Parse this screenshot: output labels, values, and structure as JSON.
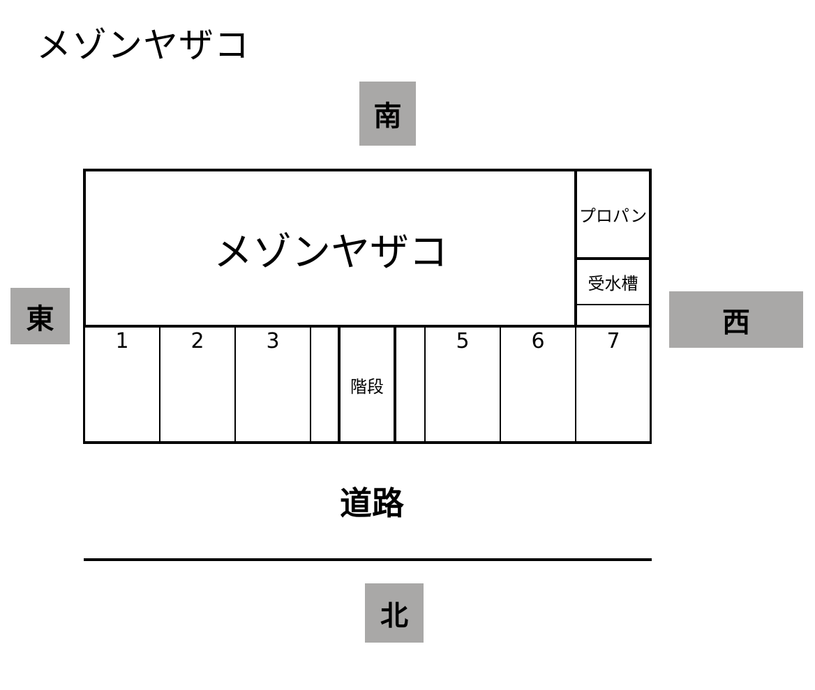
{
  "title": "メゾンヤザコ",
  "directions": {
    "south": "南",
    "east": "東",
    "west": "西",
    "north": "北"
  },
  "building": {
    "name": "メゾンヤザコ",
    "annex": {
      "propane": "プロパン",
      "water_tank": "受水槽"
    },
    "units": [
      {
        "label": "1"
      },
      {
        "label": "2"
      },
      {
        "label": "3"
      },
      {
        "label": ""
      },
      {
        "label": "階段"
      },
      {
        "label": ""
      },
      {
        "label": "5"
      },
      {
        "label": "6"
      },
      {
        "label": "7"
      }
    ]
  },
  "road": {
    "label": "道路"
  },
  "colors": {
    "direction_box": "#a9a8a7",
    "lines": "#000000",
    "background": "#ffffff"
  }
}
